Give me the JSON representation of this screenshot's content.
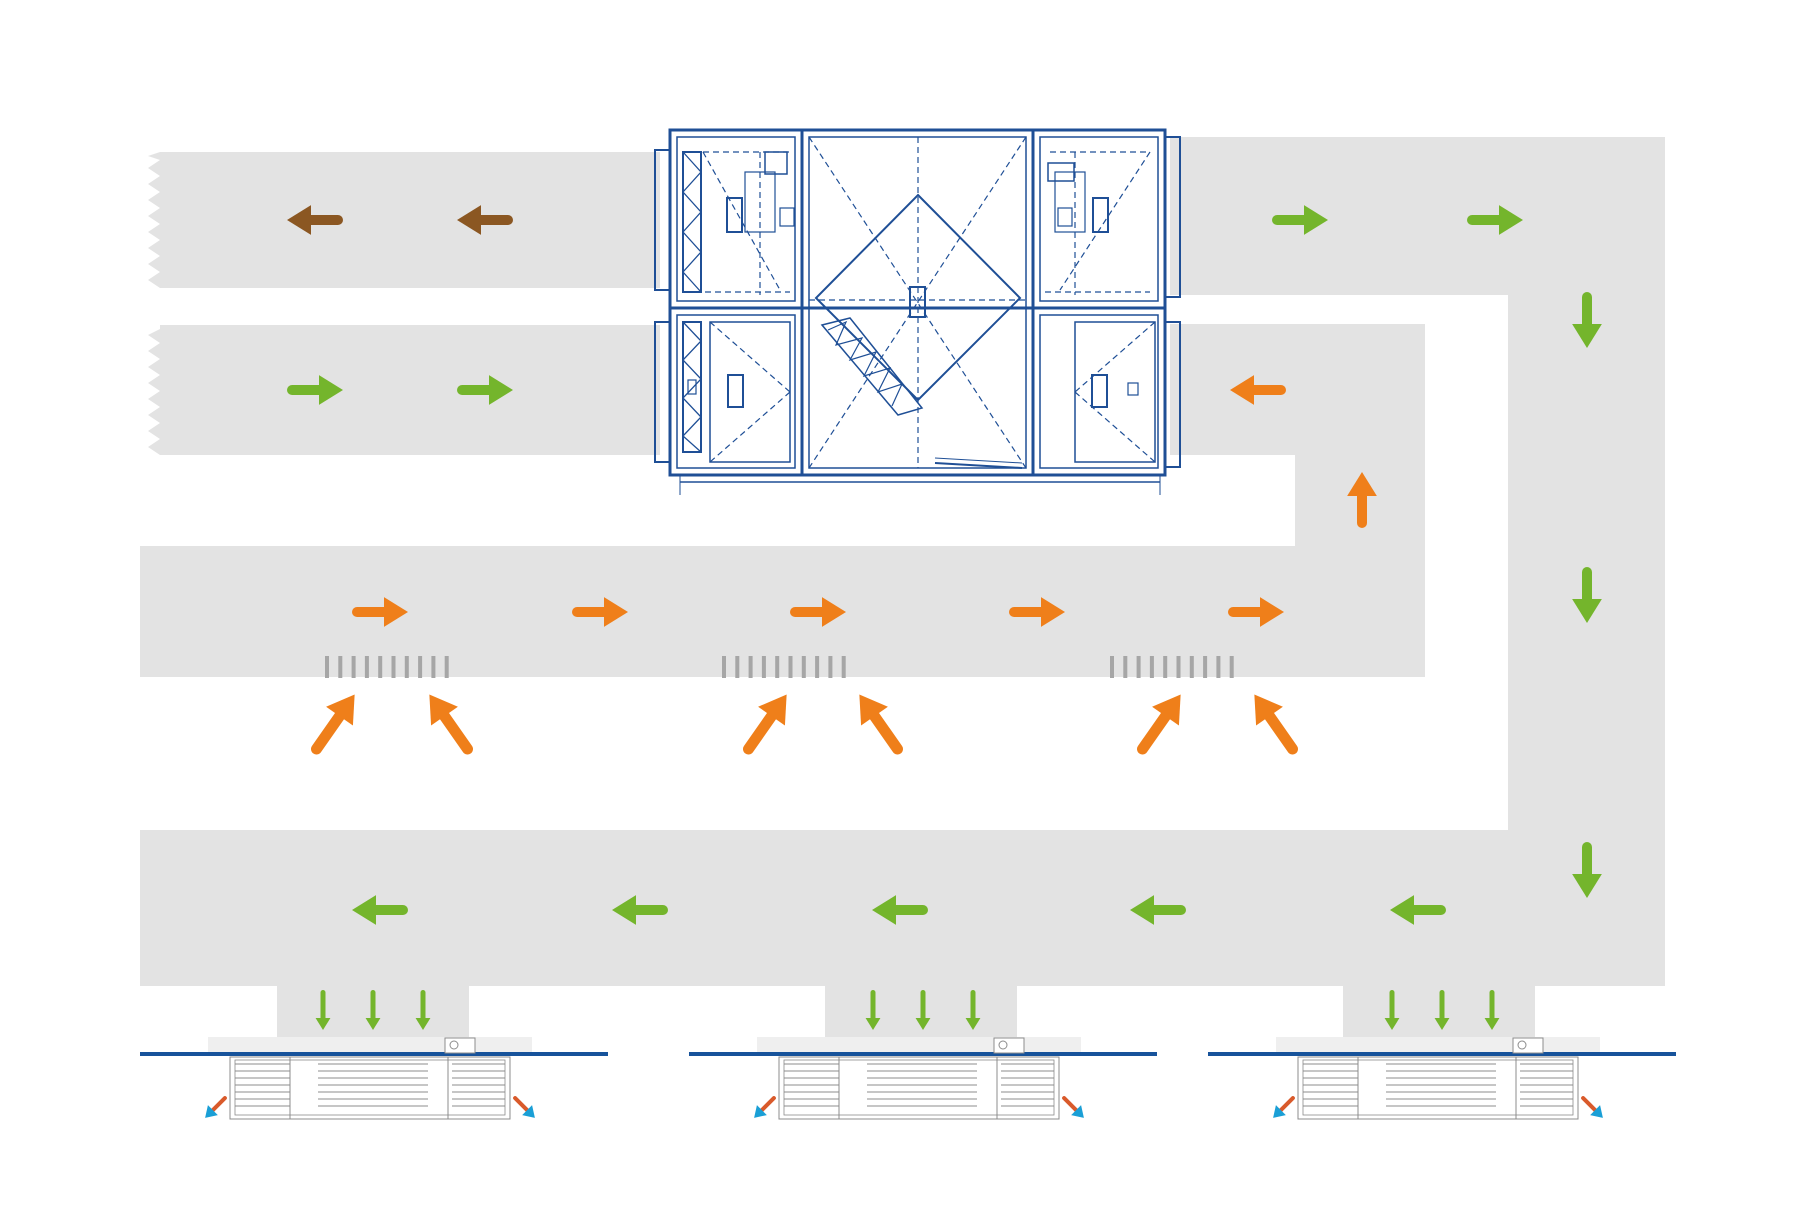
{
  "colors": {
    "background": "#ffffff",
    "duct": "#e3e3e3",
    "unit_line": "#1f4f96",
    "ceiling_line": "#17539b",
    "supply_air": "#74b52c",
    "extract_air": "#ef7f1a",
    "exhaust_air": "#8b5722",
    "outdoor_air": "#74b52c",
    "grille_bars": "#a6a6a6",
    "diffuser_line": "#8c8c8c",
    "room_air_warm": "#d95a2b",
    "room_air_cool": "#1a9fd6"
  },
  "diagram": {
    "type": "ventilation-flow-schematic",
    "components": [
      {
        "id": "air-handling-unit",
        "kind": "heat-recovery-unit",
        "icon": "ahu-icon"
      },
      {
        "id": "exhaust-duct",
        "flow": "exhaust_air",
        "direction": "left"
      },
      {
        "id": "outdoor-air-duct",
        "flow": "outdoor_air",
        "direction": "right"
      },
      {
        "id": "supply-duct",
        "flow": "supply_air",
        "direction": "right-down-left"
      },
      {
        "id": "extract-duct",
        "flow": "extract_air",
        "direction": "right-up-left"
      },
      {
        "id": "extract-grilles",
        "count": 3,
        "icon": "grille-icon"
      },
      {
        "id": "ceiling-diffusers",
        "count": 3,
        "icon": "diffuser-icon"
      }
    ]
  }
}
